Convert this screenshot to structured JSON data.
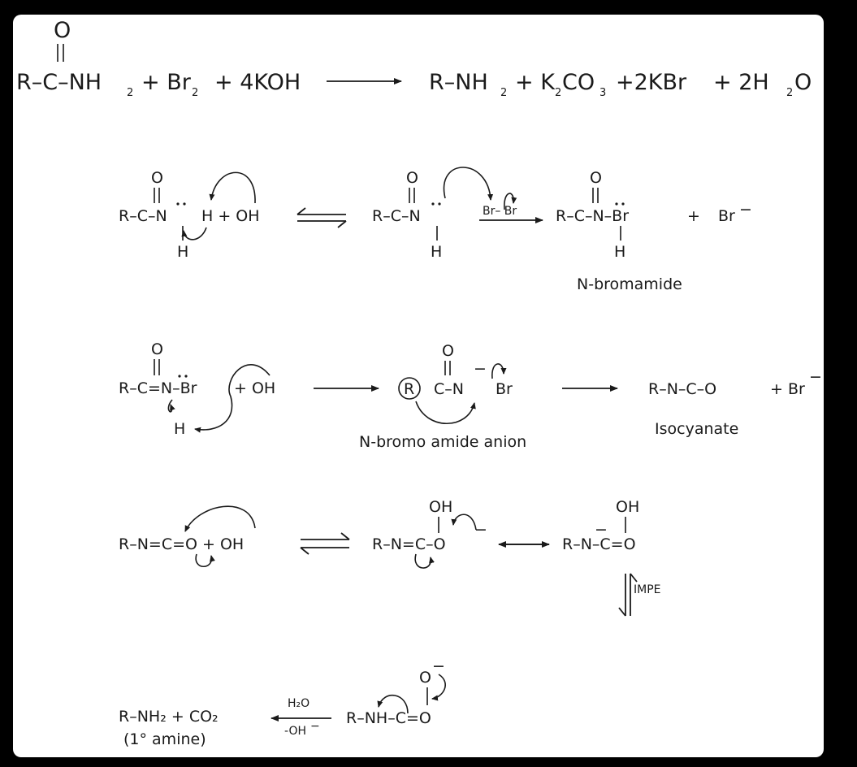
{
  "overall": {
    "reactant": "R–C–NH",
    "reactant_sub": "2",
    "carbonyl_o": "O",
    "br2": "+ Br",
    "br2_sub": "2",
    "koh": "+ 4KOH",
    "product_amine": "R–NH",
    "product_amine_sub": "2",
    "k2co3_a": "+ K",
    "k2co3_sub1": "2",
    "k2co3_b": "CO",
    "k2co3_sub2": "3",
    "kbr": "+2KBr",
    "water_a": "+ 2H",
    "water_sub": "2",
    "water_b": "O"
  },
  "step1": {
    "amide_left": "R–C–N",
    "amide_o": "O",
    "amide_nh": "H",
    "amide_h_right": "H + OH",
    "anion_left": "R–C–N",
    "anion_o": "O",
    "anion_h": "H",
    "br_br": "Br– Br",
    "product": "R–C–N–Br",
    "product_o": "O",
    "product_h": "H",
    "plus": "+",
    "bromide": "Br",
    "bromide_charge": "−",
    "product_label": "N-bromamide"
  },
  "step2": {
    "reactant": "R–C=N–Br",
    "reactant_o": "O",
    "reactant_h": "H",
    "hydroxide": "+ OH",
    "anion_r": "R",
    "anion_rest": "C–N",
    "anion_br": "Br",
    "anion_o": "O",
    "anion_charge": "−",
    "anion_label": "N-bromo amide anion",
    "isocyanate": "R–N–C–O",
    "isocyanate_label": "Isocyanate",
    "bromide": "+ Br",
    "bromide_charge": "−"
  },
  "step3": {
    "isocyanate": "R–N=C=O + OH",
    "intermediate": "R–N=C–O",
    "intermediate_oh": "OH",
    "intermediate_charge": "−",
    "resonance": "R–N–C=O",
    "resonance_oh": "OH",
    "resonance_charge": "−",
    "impe_label": "IMPE"
  },
  "step4": {
    "product": "R–NH₂ + CO₂",
    "product_label": "(1° amine)",
    "reagent_top": "H₂O",
    "reagent_bottom": "-OH",
    "reagent_charge": "−",
    "carbamate": "R–NH–C=O",
    "carbamate_o": "O",
    "carbamate_charge": "−"
  }
}
